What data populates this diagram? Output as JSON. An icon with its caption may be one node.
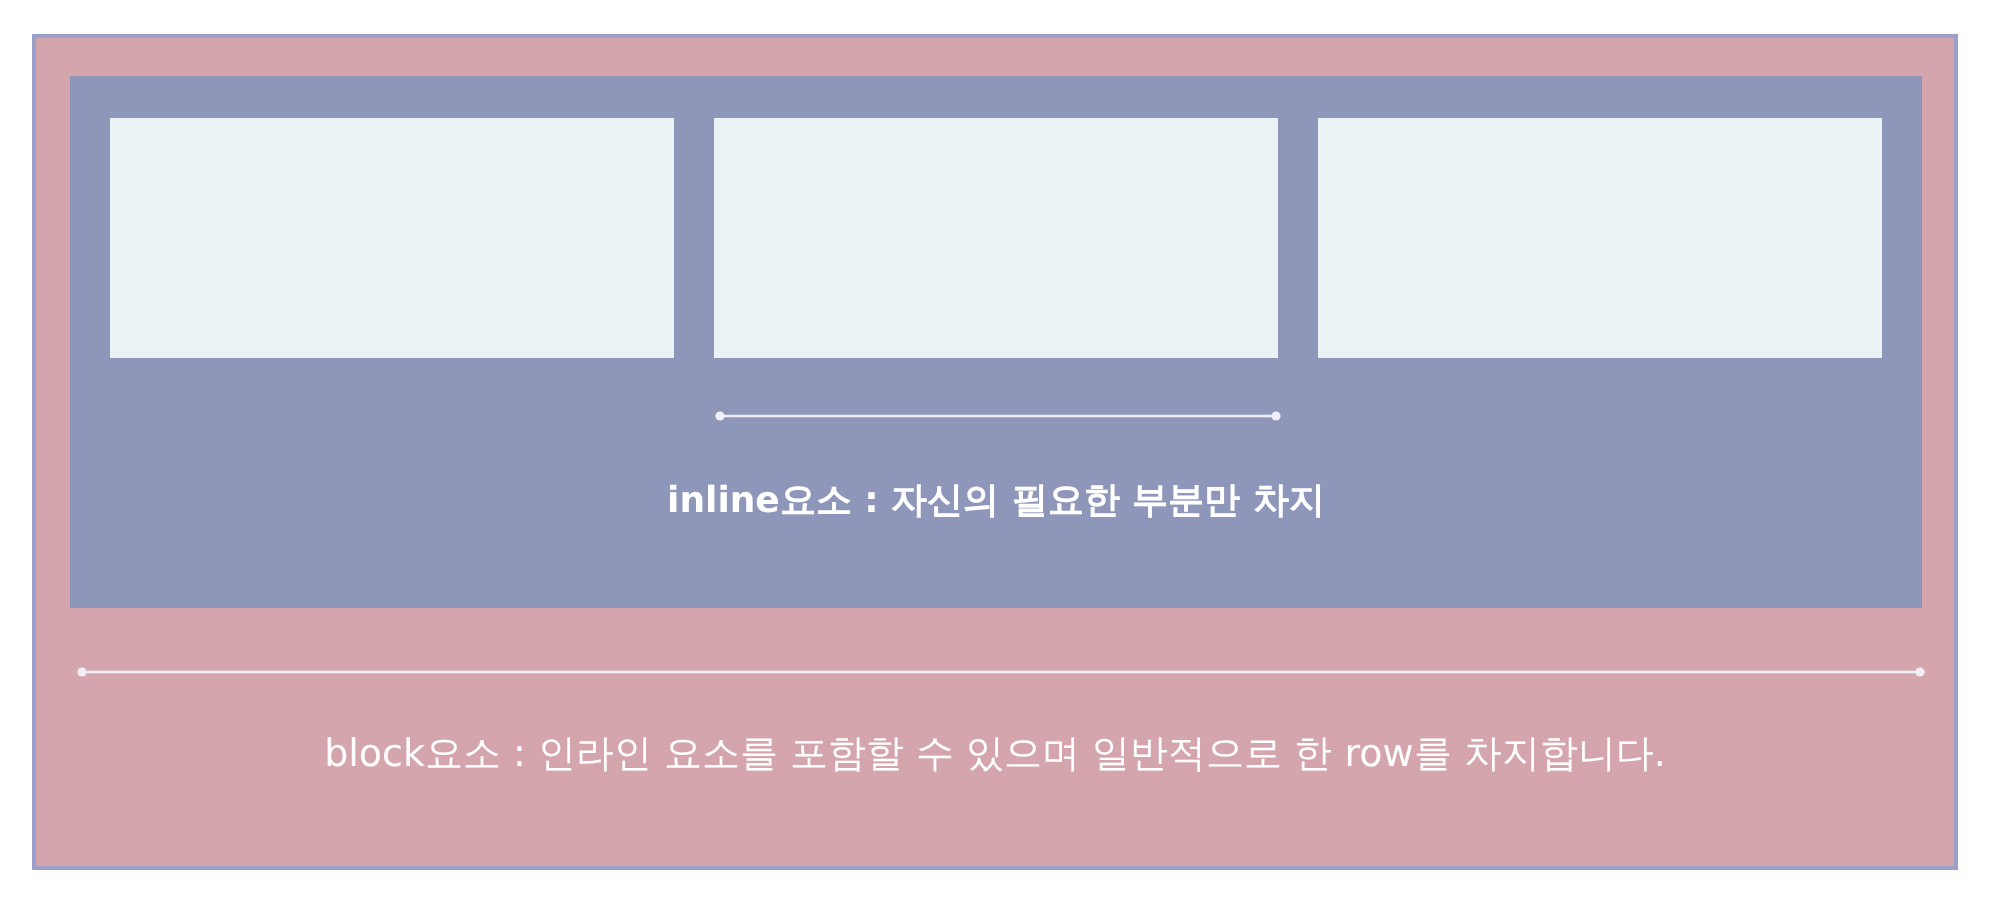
{
  "diagram": {
    "nodes": [
      {
        "text": [
          "block요소 : 인라인 요소를 포함할 수 있으며 일반적으로 한 row를 차지합니다."
        ]
      },
      {
        "text": [
          "inline요소 : 자신의 필요한 부분만 차지"
        ],
        "in": 0
      },
      {
        "text": [],
        "shape": "box",
        "in": 1
      },
      {
        "text": [],
        "shape": "box",
        "in": 1
      },
      {
        "text": [],
        "shape": "box",
        "in": 1
      }
    ]
  }
}
